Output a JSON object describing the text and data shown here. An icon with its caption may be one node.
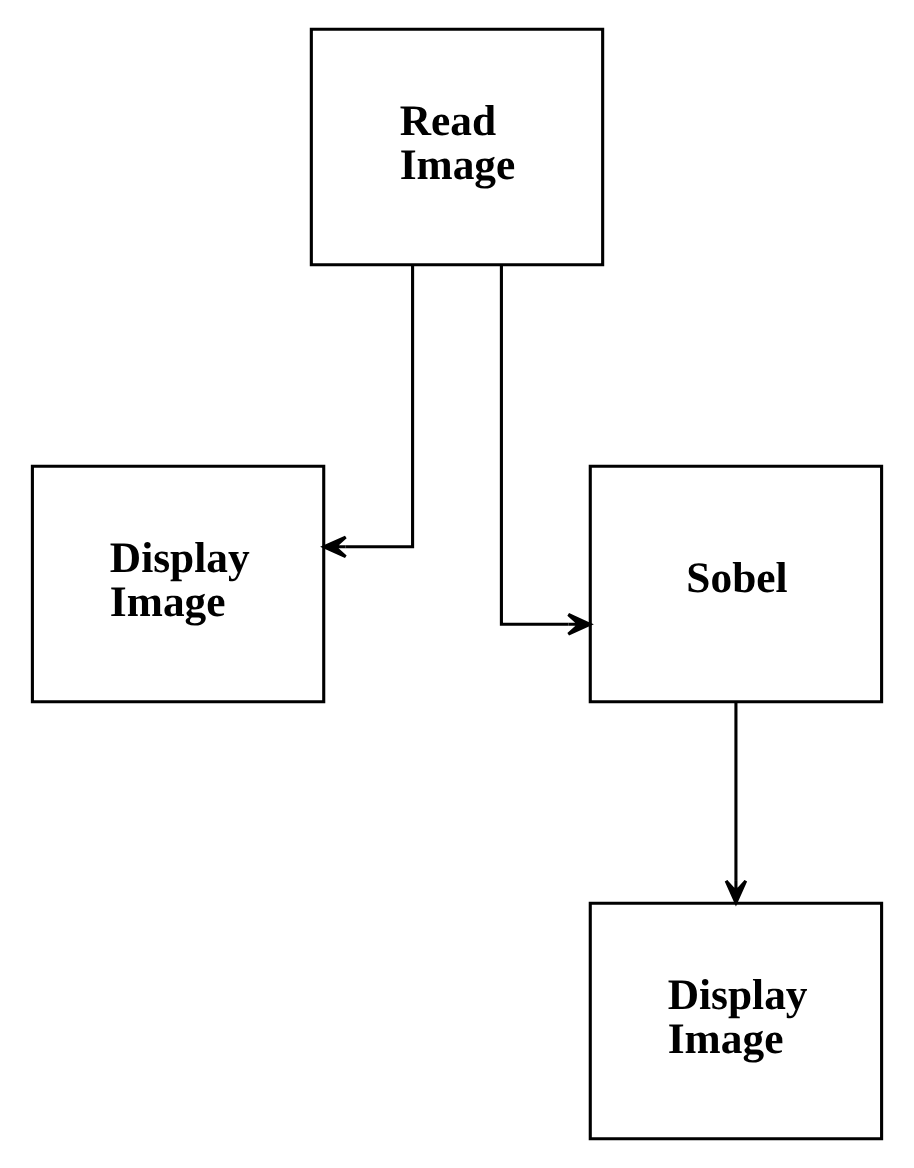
{
  "diagram": {
    "nodes": [
      {
        "text": [
          "Read Image"
        ]
      },
      {
        "text": [
          "Display Image"
        ]
      },
      {
        "text": [
          "Sobel"
        ]
      },
      {
        "text": [
          "Display Image"
        ]
      }
    ],
    "edges": [
      {
        "from": 0,
        "to": 1,
        "arrow": "to"
      },
      {
        "from": 0,
        "to": 2,
        "arrow": "to"
      },
      {
        "from": 2,
        "to": 3,
        "arrow": "to"
      }
    ]
  }
}
